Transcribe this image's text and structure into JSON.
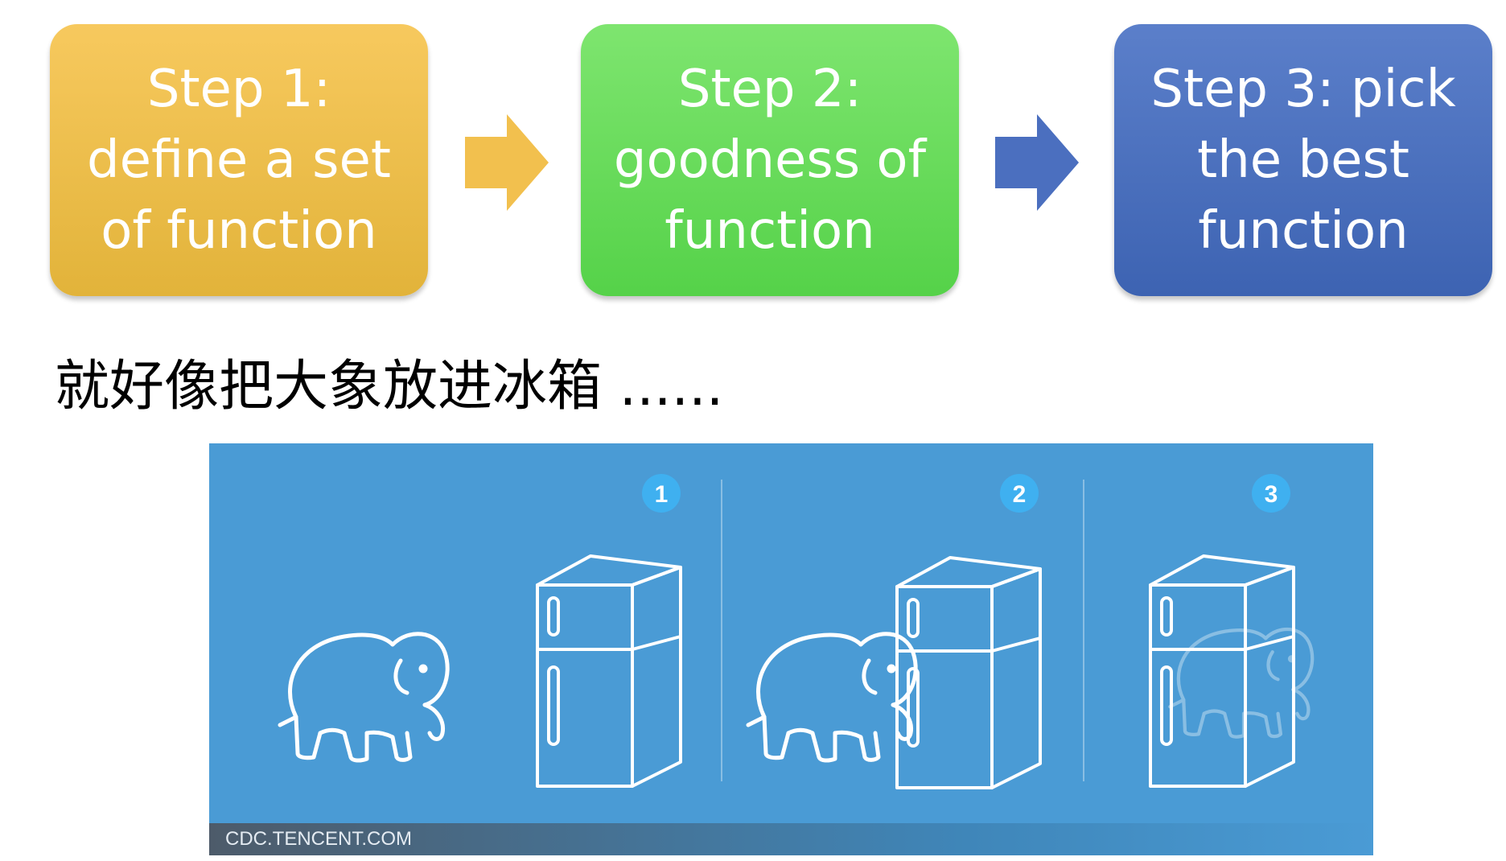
{
  "steps": [
    {
      "label": "Step 1: define a set of function",
      "color": "#f2c04e"
    },
    {
      "label": "Step 2: goodness of function",
      "color": "#6ddc5e"
    },
    {
      "label": "Step 3: pick the best function",
      "color": "#4b6fbf"
    }
  ],
  "arrows": [
    {
      "color": "#f2c04e"
    },
    {
      "color": "#4b6fbf"
    }
  ],
  "caption": "就好像把大象放进冰箱 ......",
  "illustration": {
    "background_color": "#4a9bd5",
    "badges": [
      "1",
      "2",
      "3"
    ],
    "watermark": "CDC.TENCENT.COM"
  }
}
